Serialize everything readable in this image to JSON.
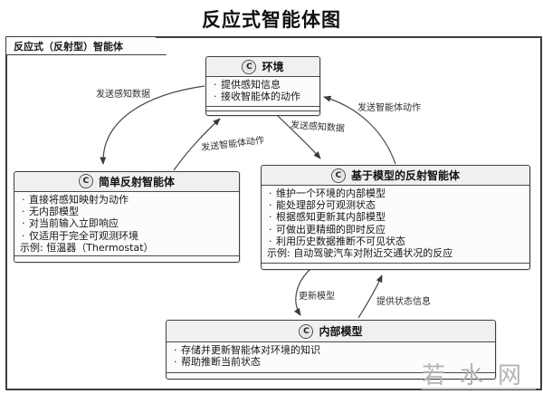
{
  "title": "反应式智能体图",
  "frame": {
    "label": "反应式（反射型）智能体"
  },
  "boxes": {
    "environment": {
      "stereotype": "C",
      "title": "环境",
      "items": [
        "提供感知信息",
        "接收智能体的动作"
      ]
    },
    "simple_agent": {
      "stereotype": "C",
      "title": "简单反射智能体",
      "items": [
        "直接将感知映射为动作",
        "无内部模型",
        "对当前输入立即响应",
        "仅适用于完全可观测环境"
      ],
      "example": "示例: 恒温器（Thermostat）"
    },
    "model_agent": {
      "stereotype": "C",
      "title": "基于模型的反射智能体",
      "items": [
        "维护一个环境的内部模型",
        "能处理部分可观测状态",
        "根据感知更新其内部模型",
        "可做出更精细的即时反应",
        "利用历史数据推断不可见状态"
      ],
      "example": "示例: 自动驾驶汽车对附近交通状况的反应"
    },
    "internal_model": {
      "stereotype": "C",
      "title": "内部模型",
      "items": [
        "存储并更新智能体对环境的知识",
        "帮助推断当前状态"
      ]
    }
  },
  "edges": {
    "env_to_simple": {
      "label": "发送感知数据"
    },
    "simple_to_env": {
      "label": "发送智能体动作"
    },
    "env_to_model": {
      "label": "发送感知数据"
    },
    "model_to_env": {
      "label": "发送智能体动作"
    },
    "model_to_internal": {
      "label": "更新模型"
    },
    "internal_to_model": {
      "label": "提供状态信息"
    }
  },
  "watermark": "若水网",
  "colors": {
    "border": "#3f3f3f",
    "header_bg": "#f0f0f0",
    "body_bg": "#fcfcfc",
    "arrow": "#454545",
    "watermark": "#b3b3b3"
  }
}
